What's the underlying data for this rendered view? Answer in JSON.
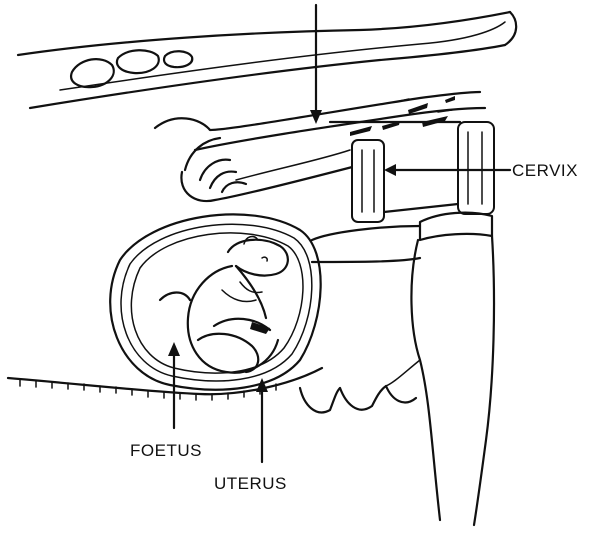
{
  "labels": {
    "cervix": "CERVIX",
    "foetus": "FOETUS",
    "uterus": "UTERUS"
  },
  "colors": {
    "ink": "#111111",
    "background": "#ffffff"
  }
}
